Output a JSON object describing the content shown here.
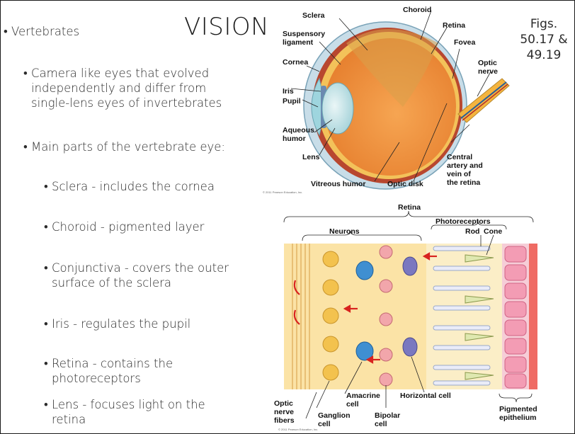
{
  "slide": {
    "title": "VISION",
    "figure_ref": [
      "Figs.",
      "50.17 &",
      "49.19"
    ],
    "bullets": [
      {
        "level": 1,
        "text": "Vertebrates"
      },
      {
        "level": 2,
        "text_lines": [
          "Camera like eyes that evolved",
          "independently and differ from",
          "single-lens eyes of invertebrates"
        ]
      },
      {
        "level": 2,
        "text_lines": [
          "Main parts of the vertebrate eye:"
        ]
      },
      {
        "level": 3,
        "text_lines": [
          "Sclera - includes the cornea"
        ]
      },
      {
        "level": 3,
        "text_lines": [
          "Choroid - pigmented layer"
        ]
      },
      {
        "level": 3,
        "text_lines": [
          "Conjunctiva - covers the outer",
          "surface of the sclera"
        ]
      },
      {
        "level": 3,
        "text_lines": [
          "Iris - regulates the pupil"
        ]
      },
      {
        "level": 3,
        "text_lines": [
          "Retina - contains the",
          "photoreceptors"
        ]
      },
      {
        "level": 3,
        "text_lines": [
          "Lens - focuses light on the",
          "retina"
        ]
      }
    ]
  },
  "eye_diagram": {
    "labels": {
      "sclera": "Sclera",
      "choroid": "Choroid",
      "retina": "Retina",
      "suspensory": [
        "Suspensory",
        "ligament"
      ],
      "fovea": "Fovea",
      "cornea": "Cornea",
      "iris": "Iris",
      "optic_nerve": [
        "Optic",
        "nerve"
      ],
      "pupil": "Pupil",
      "aqueous": [
        "Aqueous",
        "humor"
      ],
      "lens": "Lens",
      "central_artery": [
        "Central",
        "artery and",
        "vein of",
        "the retina"
      ],
      "vitreous": "Vitreous humor",
      "optic_disk": "Optic disk"
    },
    "copyright": "© 2011 Pearson Education, Inc."
  },
  "retina_diagram": {
    "labels": {
      "retina": "Retina",
      "photoreceptors": "Photoreceptors",
      "neurons": "Neurons",
      "rod": "Rod",
      "cone": "Cone",
      "optic_nerve_fibers": [
        "Optic",
        "nerve",
        "fibers"
      ],
      "amacrine": [
        "Amacrine",
        "cell"
      ],
      "horizontal": "Horizontal cell",
      "pigmented": [
        "Pigmented",
        "epithelium"
      ],
      "ganglion": [
        "Ganglion",
        "cell"
      ],
      "bipolar": [
        "Bipolar",
        "cell"
      ]
    },
    "copyright": "© 2011 Pearson Education, Inc."
  }
}
